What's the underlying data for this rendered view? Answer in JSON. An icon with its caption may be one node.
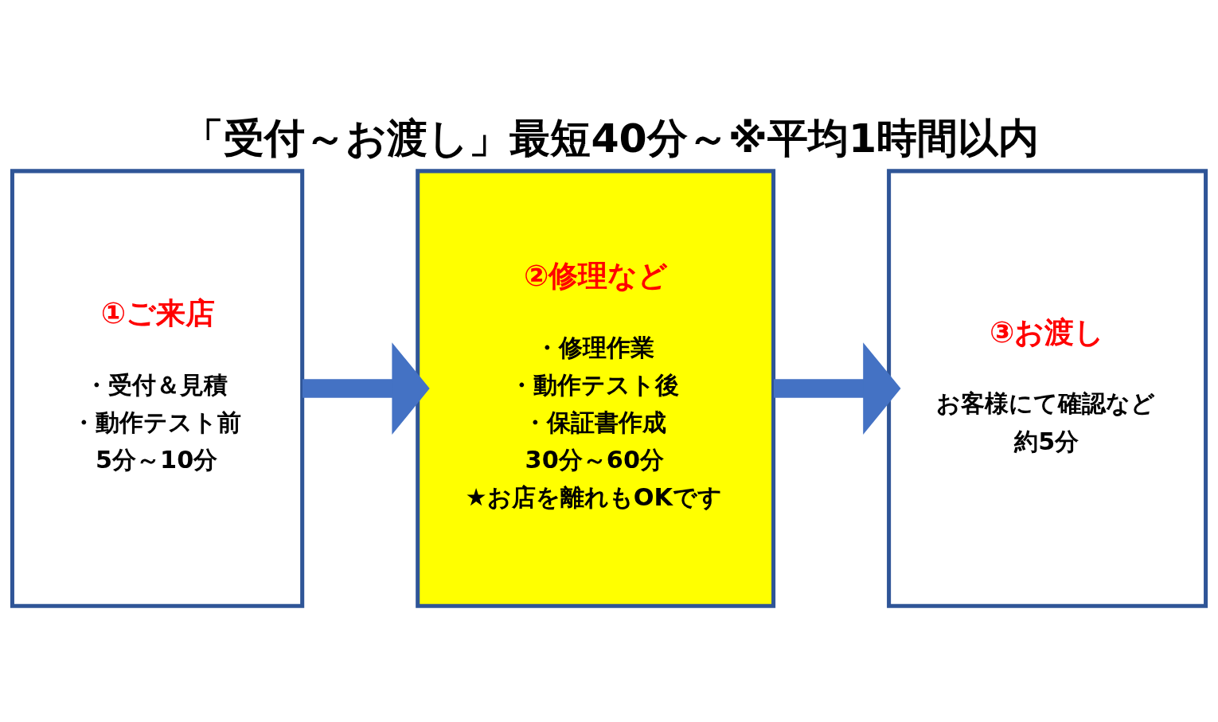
{
  "diagram": {
    "title": "「受付～お渡し」最短40分～※平均1時間以内",
    "nodes": [
      {
        "text": [
          "①ご来店",
          "・受付＆見積",
          "・動作テスト前",
          "5分～10分"
        ]
      },
      {
        "text": [
          "②修理など",
          "・修理作業",
          "・動作テスト後",
          "・保証書作成",
          "30分～60分",
          "★お店を離れもOKです"
        ]
      },
      {
        "text": [
          "③お渡し",
          "お客様にて確認など",
          "約5分"
        ]
      }
    ],
    "edges": [
      {
        "from": 0,
        "to": 1,
        "arrow": "to"
      },
      {
        "from": 1,
        "to": 2,
        "arrow": "to"
      }
    ]
  }
}
